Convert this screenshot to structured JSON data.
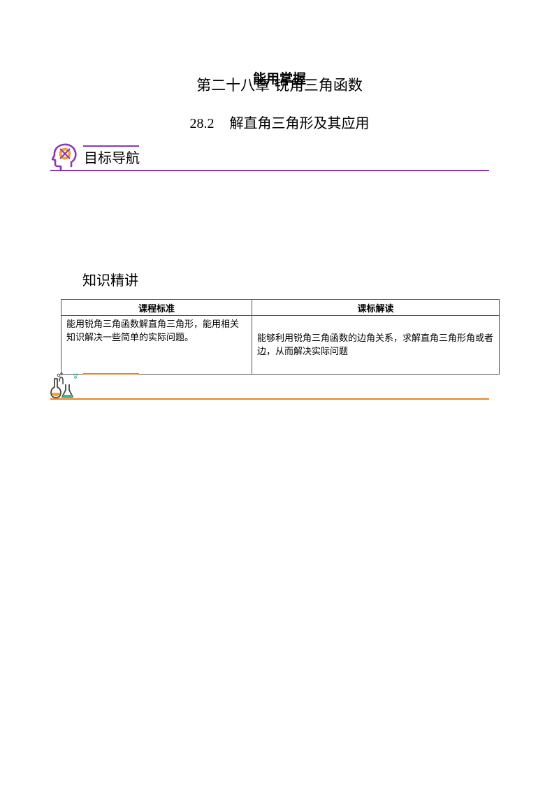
{
  "header": {
    "overlay_text": "能用掌握",
    "chapter_title": "第二十八章 锐角三角函数",
    "section_number": "28.2",
    "section_title": "解直角三角形及其应用"
  },
  "sections": {
    "goal_nav": "目标导航",
    "knowledge": "知识精讲"
  },
  "table": {
    "headers": [
      "课程标准",
      "课标解读"
    ],
    "rows": [
      [
        "能用锐角三角函数解直角三角形，能用相关知识解决一些简单的实际问题。",
        "能够利用锐角三角函数的边角关系，求解直角三角形角或者边，从而解决实际问题"
      ]
    ]
  },
  "colors": {
    "purple": "#8a3ab9",
    "orange": "#e8841f"
  },
  "icons": [
    "head-gear-icon",
    "lab-flask-icon"
  ]
}
